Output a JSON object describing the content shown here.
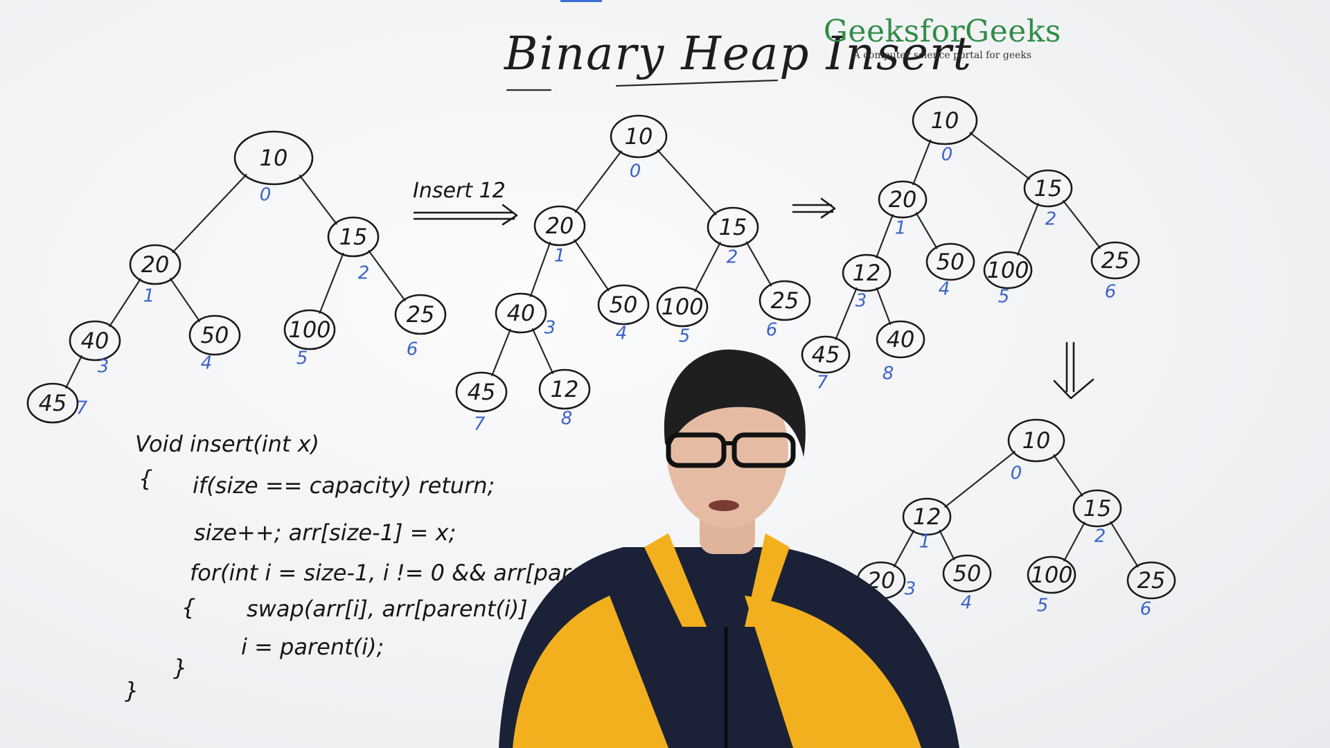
{
  "brand": {
    "name": "GeeksforGeeks",
    "tagline": "A computer science portal for geeks",
    "color": "#2f8d46"
  },
  "whiteboard": {
    "title": "Binary Heap Insert",
    "insert_label": "Insert 12",
    "trees": [
      {
        "id": "tree-1",
        "nodes": [
          {
            "value": "10",
            "index": "0"
          },
          {
            "value": "20",
            "index": "1"
          },
          {
            "value": "15",
            "index": "2"
          },
          {
            "value": "40",
            "index": "3"
          },
          {
            "value": "50",
            "index": "4"
          },
          {
            "value": "100",
            "index": "5"
          },
          {
            "value": "25",
            "index": "6"
          },
          {
            "value": "45",
            "index": "7"
          }
        ]
      },
      {
        "id": "tree-2",
        "nodes": [
          {
            "value": "10",
            "index": "0"
          },
          {
            "value": "20",
            "index": "1"
          },
          {
            "value": "15",
            "index": "2"
          },
          {
            "value": "40",
            "index": "3"
          },
          {
            "value": "50",
            "index": "4"
          },
          {
            "value": "100",
            "index": "5"
          },
          {
            "value": "25",
            "index": "6"
          },
          {
            "value": "45",
            "index": "7"
          },
          {
            "value": "12",
            "index": "8"
          }
        ]
      },
      {
        "id": "tree-3",
        "nodes": [
          {
            "value": "10",
            "index": "0"
          },
          {
            "value": "20",
            "index": "1"
          },
          {
            "value": "15",
            "index": "2"
          },
          {
            "value": "12",
            "index": "3"
          },
          {
            "value": "50",
            "index": "4"
          },
          {
            "value": "100",
            "index": "5"
          },
          {
            "value": "25",
            "index": "6"
          },
          {
            "value": "45",
            "index": "7"
          },
          {
            "value": "40",
            "index": "8"
          }
        ]
      },
      {
        "id": "tree-4",
        "nodes": [
          {
            "value": "10",
            "index": "0"
          },
          {
            "value": "12",
            "index": "1"
          },
          {
            "value": "15",
            "index": "2"
          },
          {
            "value": "20",
            "index": "3"
          },
          {
            "value": "50",
            "index": "4"
          },
          {
            "value": "100",
            "index": "5"
          },
          {
            "value": "25",
            "index": "6"
          }
        ]
      }
    ],
    "code": [
      "Void insert(int  x)",
      "{",
      "if(size == capacity) return;",
      "size++;   arr[size-1] = x;",
      "for(int  i = size-1,  i != 0 && arr[parent(i)] >",
      "{",
      "swap(arr[i],   arr[parent(i)]",
      "i = parent(i);",
      "}",
      "}"
    ]
  },
  "colors": {
    "index_blue": "#3b62c8",
    "marker_black": "#1a1a1a",
    "jacket_yellow": "#f2b01e",
    "jacket_navy": "#1b2136"
  }
}
